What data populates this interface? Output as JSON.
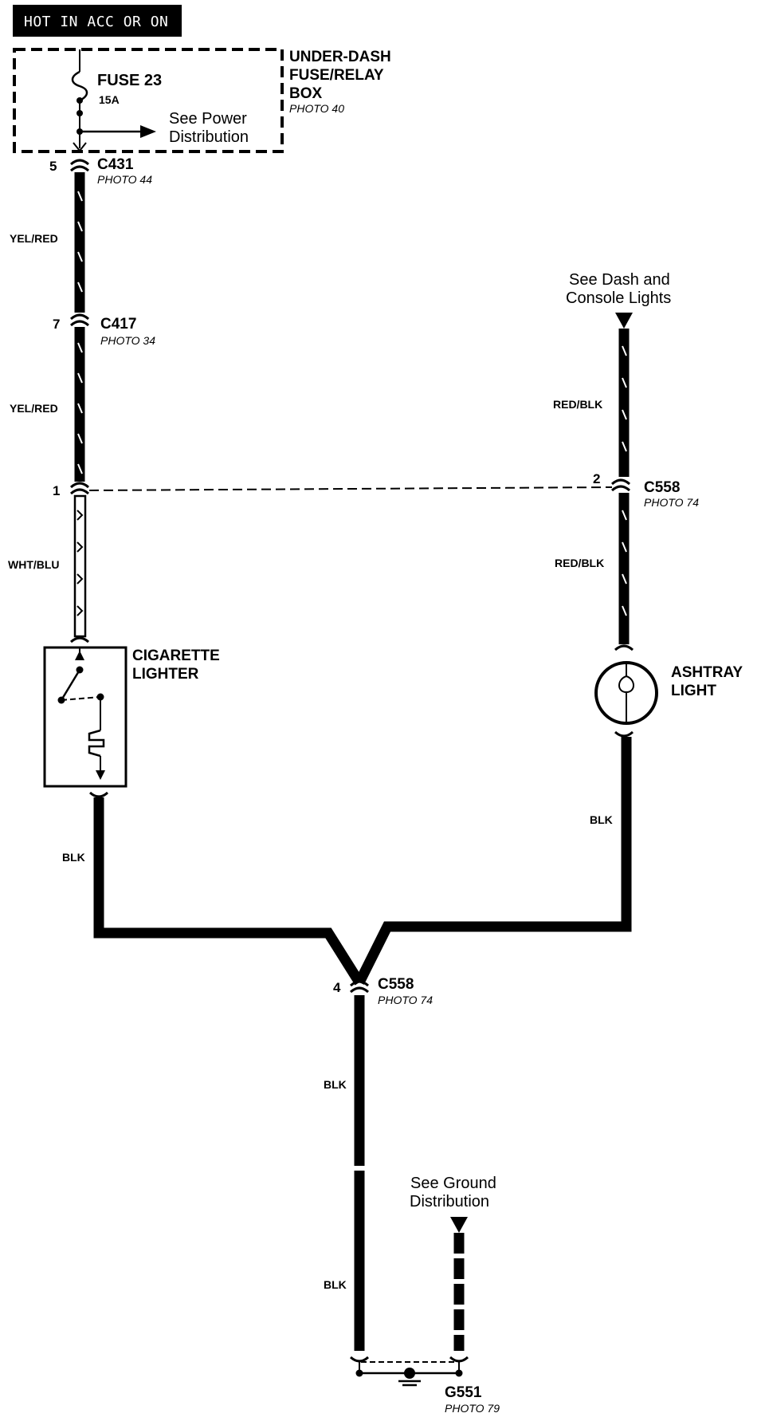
{
  "header": {
    "label": "HOT IN ACC OR ON"
  },
  "fuse_box": {
    "title_lines": [
      "UNDER-DASH",
      "FUSE/RELAY",
      "BOX"
    ],
    "photo": "PHOTO 40",
    "fuse_name": "FUSE 23",
    "fuse_rating": "15A",
    "note_lines": [
      "See Power",
      "Distribution"
    ]
  },
  "connectors": {
    "c431": {
      "name": "C431",
      "photo": "PHOTO 44",
      "pin": "5"
    },
    "c417": {
      "name": "C417",
      "photo": "PHOTO 34",
      "pin": "7"
    },
    "c558_top": {
      "name": "C558",
      "photo": "PHOTO 74",
      "pin_left": "1",
      "pin_right": "2"
    },
    "c558_bottom": {
      "name": "C558",
      "photo": "PHOTO 74",
      "pin": "4"
    }
  },
  "wires": {
    "w1": "YEL/RED",
    "w2": "YEL/RED",
    "w3": "WHT/BLU",
    "w4": "RED/BLK",
    "w5": "RED/BLK",
    "w6": "BLK",
    "w7": "BLK",
    "w8": "BLK",
    "w9": "BLK"
  },
  "notes": {
    "dash_lines": [
      "See Dash and",
      "Console Lights"
    ],
    "ground_lines": [
      "See Ground",
      "Distribution"
    ]
  },
  "components": {
    "lighter_lines": [
      "CIGARETTE",
      "LIGHTER"
    ],
    "ashtray_lines": [
      "ASHTRAY",
      "LIGHT"
    ]
  },
  "ground": {
    "name": "G551",
    "photo": "PHOTO 79"
  }
}
